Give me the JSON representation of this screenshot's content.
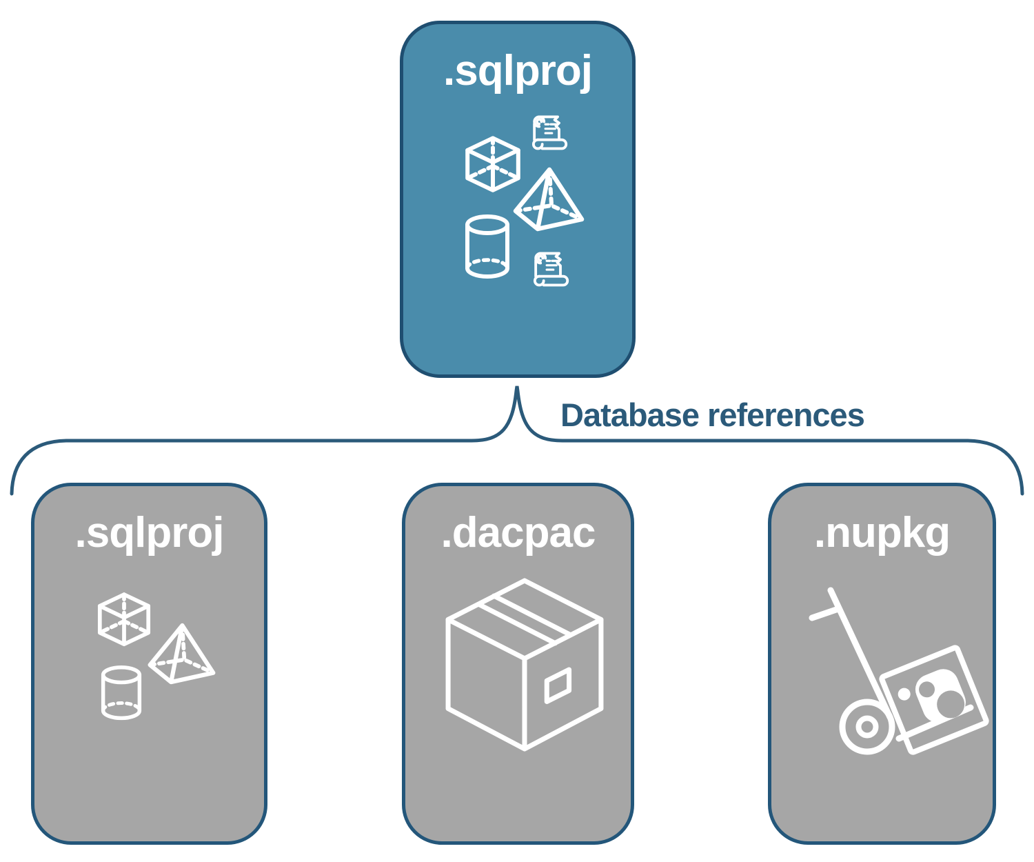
{
  "diagram": {
    "root": {
      "label": ".sqlproj",
      "fill": "#4A8CAB",
      "border": "#1F4E70",
      "icons": [
        "cube-icon",
        "scroll-icon",
        "pyramid-icon",
        "cylinder-icon",
        "scroll-icon"
      ]
    },
    "connector": {
      "label": "Database references",
      "shape": "curly-brace",
      "color": "#2B5A7A"
    },
    "children": [
      {
        "label": ".sqlproj",
        "fill": "#A6A6A6",
        "border": "#23567A",
        "icons": [
          "cube-icon",
          "pyramid-icon",
          "cylinder-icon"
        ]
      },
      {
        "label": ".dacpac",
        "fill": "#A6A6A6",
        "border": "#23567A",
        "icons": [
          "package-box-icon"
        ]
      },
      {
        "label": ".nupkg",
        "fill": "#A6A6A6",
        "border": "#23567A",
        "icons": [
          "hand-truck-icon",
          "nuget-package-icon"
        ]
      }
    ],
    "label_text_color": "#FFFFFF",
    "background": "#FFFFFF"
  }
}
